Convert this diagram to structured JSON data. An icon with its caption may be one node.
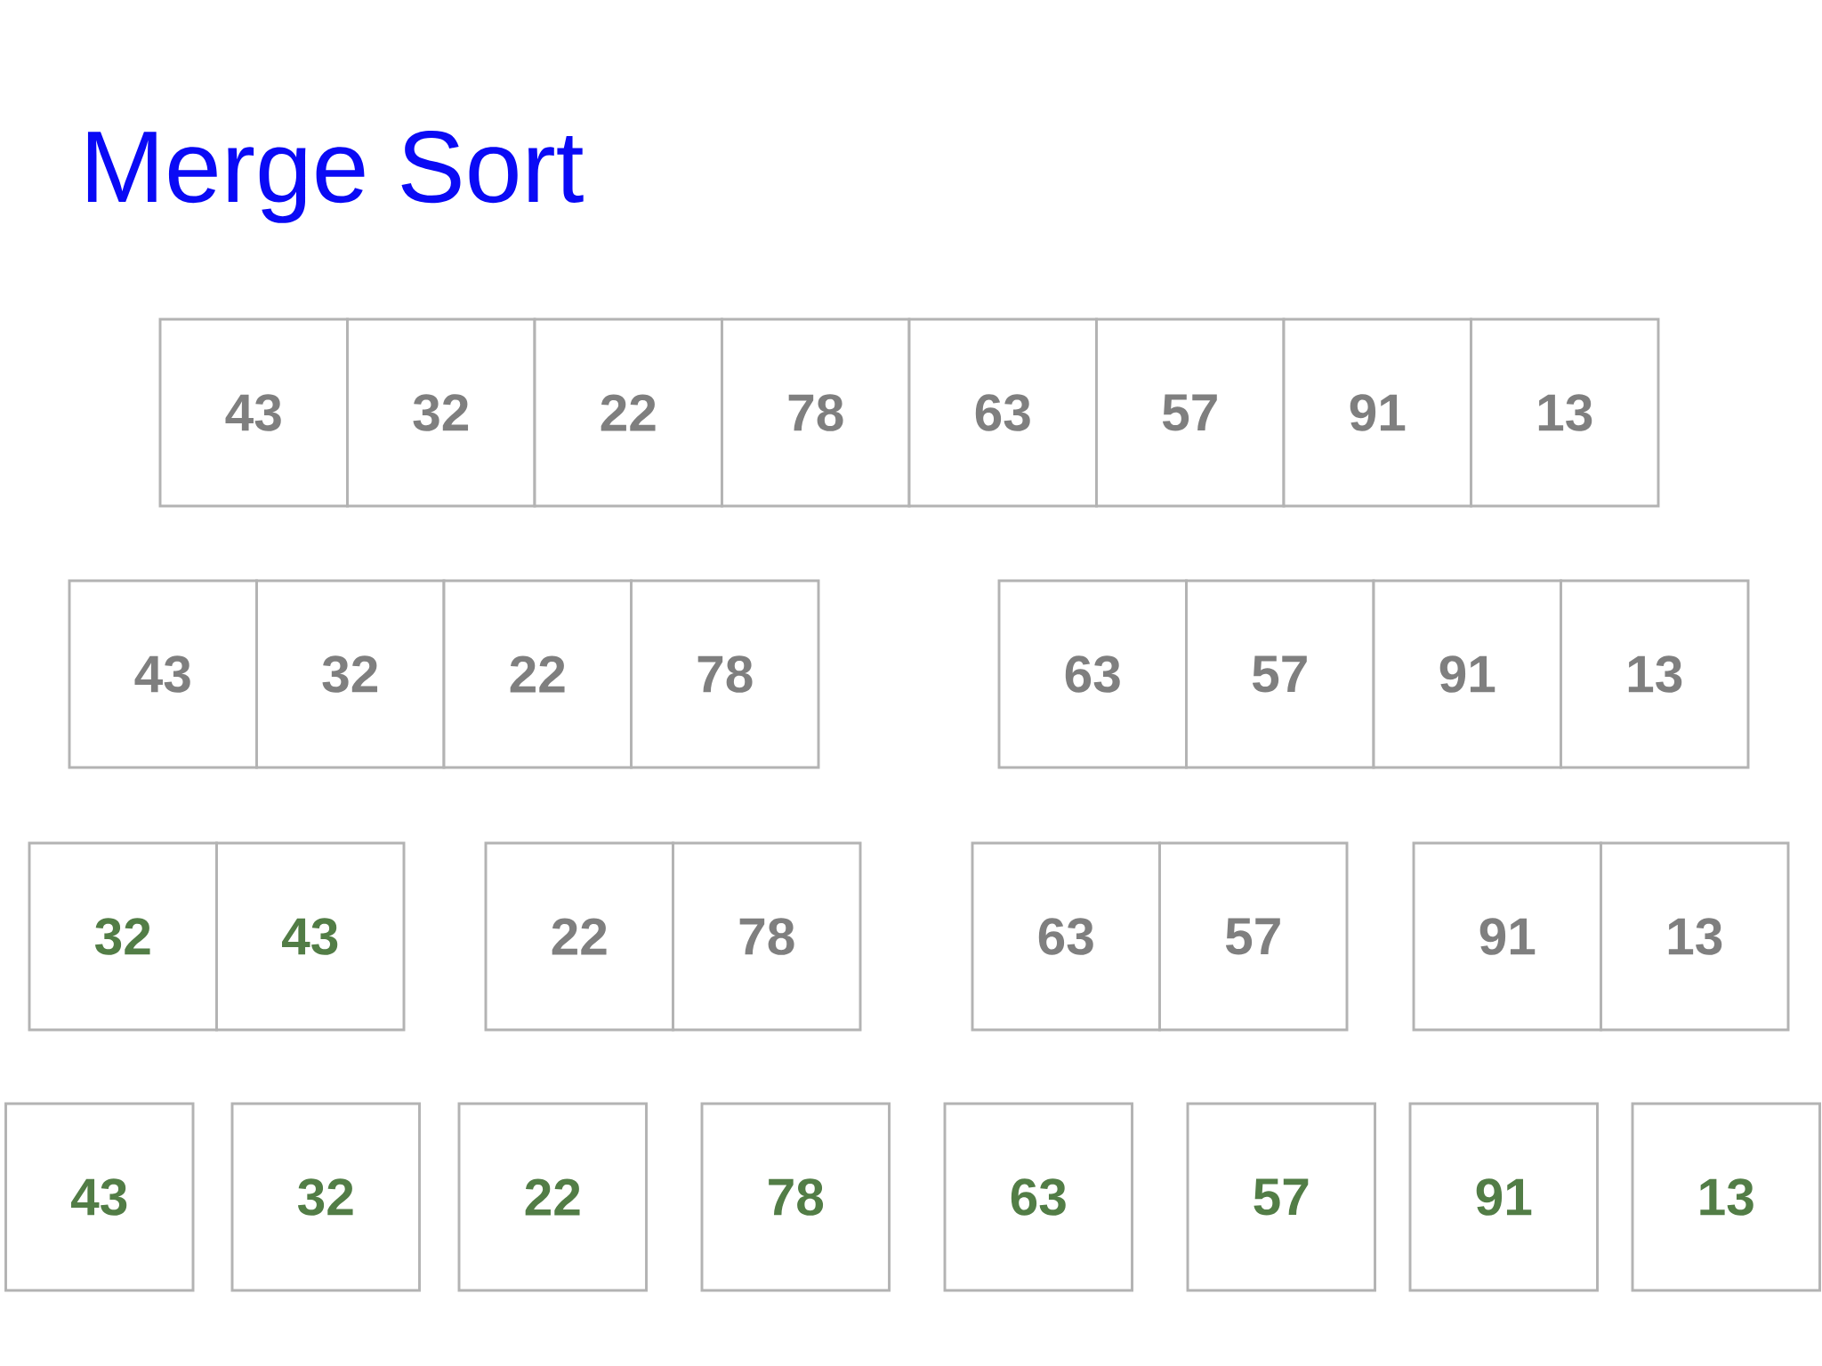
{
  "diagram": {
    "title": "Merge Sort",
    "nodes": [
      {
        "text": [
          "43"
        ]
      },
      {
        "text": [
          "32"
        ]
      },
      {
        "text": [
          "22"
        ]
      },
      {
        "text": [
          "78"
        ]
      },
      {
        "text": [
          "63"
        ]
      },
      {
        "text": [
          "57"
        ]
      },
      {
        "text": [
          "91"
        ]
      },
      {
        "text": [
          "13"
        ]
      },
      {
        "text": [
          "43"
        ]
      },
      {
        "text": [
          "32"
        ]
      },
      {
        "text": [
          "22"
        ]
      },
      {
        "text": [
          "78"
        ]
      },
      {
        "text": [
          "63"
        ]
      },
      {
        "text": [
          "57"
        ]
      },
      {
        "text": [
          "91"
        ]
      },
      {
        "text": [
          "13"
        ]
      },
      {
        "text": [
          "32"
        ]
      },
      {
        "text": [
          "43"
        ]
      },
      {
        "text": [
          "22"
        ]
      },
      {
        "text": [
          "78"
        ]
      },
      {
        "text": [
          "63"
        ]
      },
      {
        "text": [
          "57"
        ]
      },
      {
        "text": [
          "91"
        ]
      },
      {
        "text": [
          "13"
        ]
      },
      {
        "text": [
          "43"
        ]
      },
      {
        "text": [
          "32"
        ]
      },
      {
        "text": [
          "22"
        ]
      },
      {
        "text": [
          "78"
        ]
      },
      {
        "text": [
          "63"
        ]
      },
      {
        "text": [
          "57"
        ]
      },
      {
        "text": [
          "91"
        ]
      },
      {
        "text": [
          "13"
        ]
      }
    ]
  }
}
